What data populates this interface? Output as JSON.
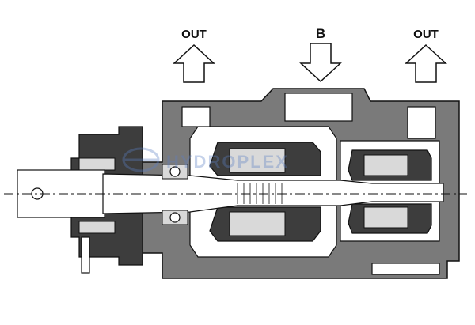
{
  "labels": {
    "out_left": "OUT",
    "port_b": "B",
    "out_right": "OUT"
  },
  "watermark": "HYDROPLEX",
  "colors": {
    "housing": "#7a7a7a",
    "dark_section": "#3d3d3d",
    "light_section": "#d9d9d9",
    "watermark": "#5b7fc4"
  }
}
